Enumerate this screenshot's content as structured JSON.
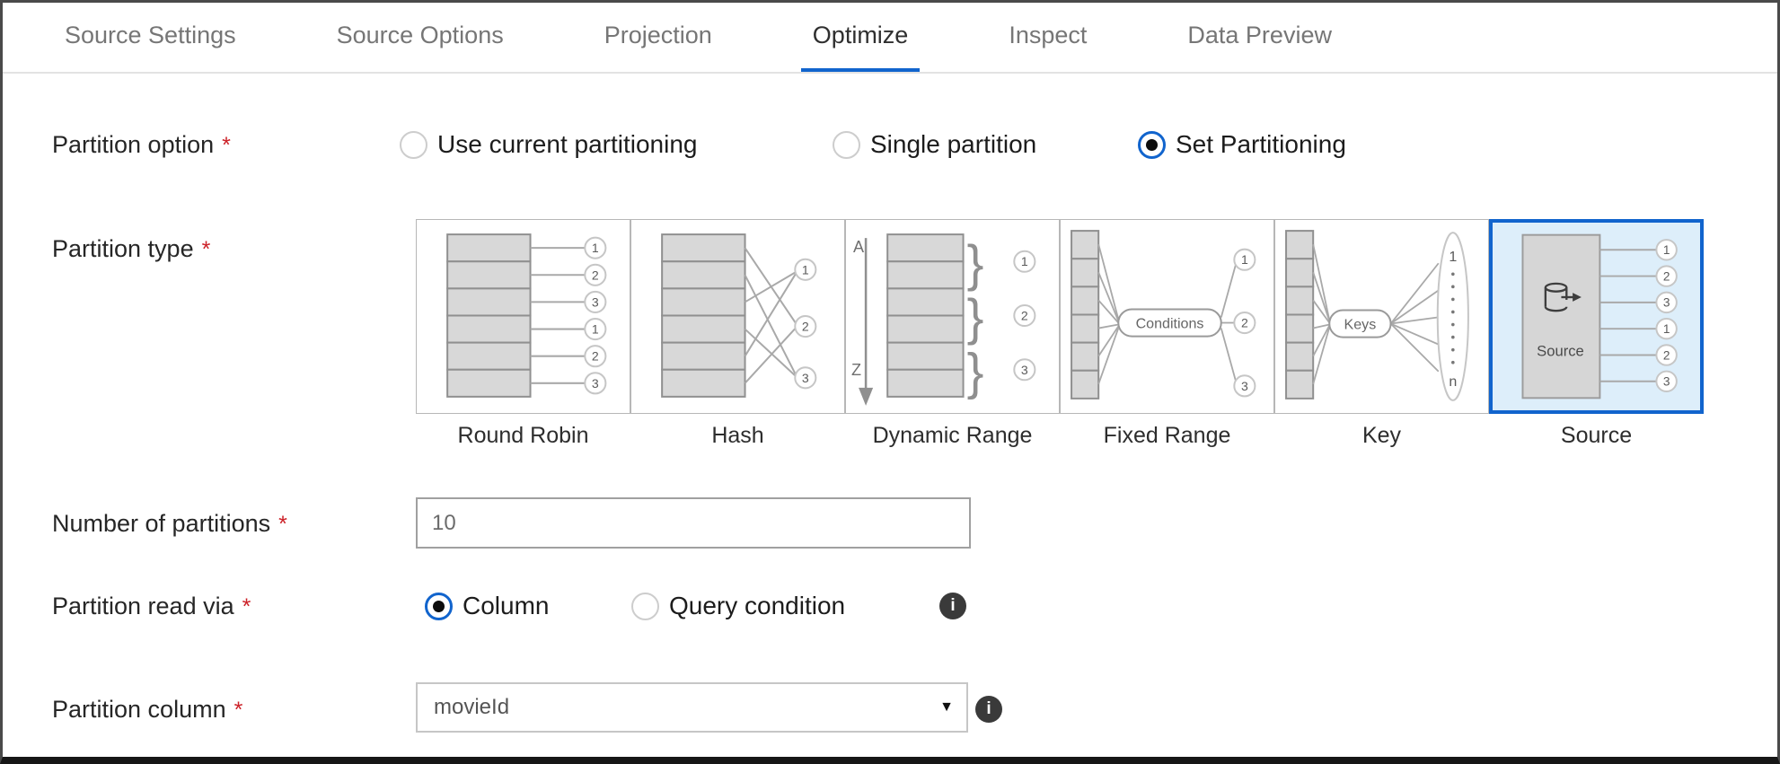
{
  "tabs": {
    "items": [
      {
        "label": "Source Settings",
        "active": false
      },
      {
        "label": "Source Options",
        "active": false
      },
      {
        "label": "Projection",
        "active": false
      },
      {
        "label": "Optimize",
        "active": true
      },
      {
        "label": "Inspect",
        "active": false
      },
      {
        "label": "Data Preview",
        "active": false
      }
    ]
  },
  "form": {
    "partition_option": {
      "label": "Partition option",
      "required": "*",
      "options": [
        {
          "label": "Use current partitioning",
          "selected": false
        },
        {
          "label": "Single partition",
          "selected": false
        },
        {
          "label": "Set Partitioning",
          "selected": true
        }
      ]
    },
    "partition_type": {
      "label": "Partition type",
      "required": "*",
      "tiles": [
        {
          "label": "Round Robin",
          "outputs": [
            "1",
            "2",
            "3",
            "1",
            "2",
            "3"
          ],
          "selected": false
        },
        {
          "label": "Hash",
          "outputs": [
            "1",
            "2",
            "3"
          ],
          "selected": false
        },
        {
          "label": "Dynamic Range",
          "outputs": [
            "1",
            "2",
            "3"
          ],
          "sort_top": "A",
          "sort_bottom": "Z",
          "selected": false
        },
        {
          "label": "Fixed Range",
          "outputs": [
            "1",
            "2",
            "3"
          ],
          "pill": "Conditions",
          "selected": false
        },
        {
          "label": "Key",
          "outputs": [
            "1",
            "n"
          ],
          "pill": "Keys",
          "selected": false
        },
        {
          "label": "Source",
          "outputs": [
            "1",
            "2",
            "3",
            "1",
            "2",
            "3"
          ],
          "box_label": "Source",
          "selected": true
        }
      ]
    },
    "number_of_partitions": {
      "label": "Number of partitions",
      "required": "*",
      "value": "10"
    },
    "partition_read_via": {
      "label": "Partition read via",
      "required": "*",
      "options": [
        {
          "label": "Column",
          "selected": true
        },
        {
          "label": "Query condition",
          "selected": false
        }
      ],
      "info_icon": "i"
    },
    "partition_column": {
      "label": "Partition column",
      "required": "*",
      "value": "movieId",
      "dropdown_caret": "▼",
      "info_icon": "i"
    }
  },
  "colors": {
    "accent_blue": "#1164cd",
    "selected_tile_bg": "#ddeefa",
    "required_red": "#cc2128",
    "info_icon_bg": "#3a3a3a"
  }
}
